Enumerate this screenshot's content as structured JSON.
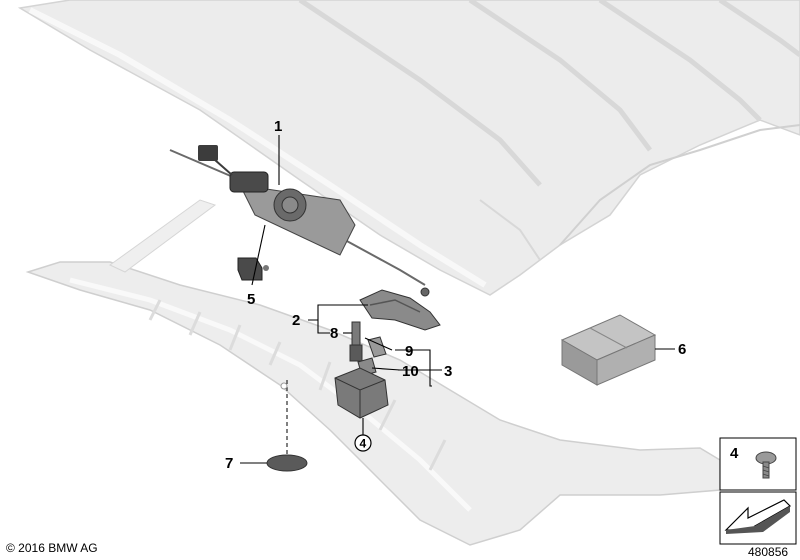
{
  "callouts": {
    "c1": "1",
    "c2": "2",
    "c3": "3",
    "c4_circle": "4",
    "c5": "5",
    "c6": "6",
    "c7": "7",
    "c8": "8",
    "c9": "9",
    "c10": "10"
  },
  "legend_box": {
    "item_number": "4"
  },
  "footer": {
    "copyright": "© 2016 BMW AG",
    "diagram_number": "480856"
  },
  "colors": {
    "roof_fill": "#e9e9e9",
    "roof_edge": "#cfcfcf",
    "trim_fill": "#ececec",
    "part_dark": "#4a4a4a",
    "part_mid": "#8a8a8a",
    "box_front": "#9a9a9a",
    "box_top": "#c4c4c4"
  }
}
